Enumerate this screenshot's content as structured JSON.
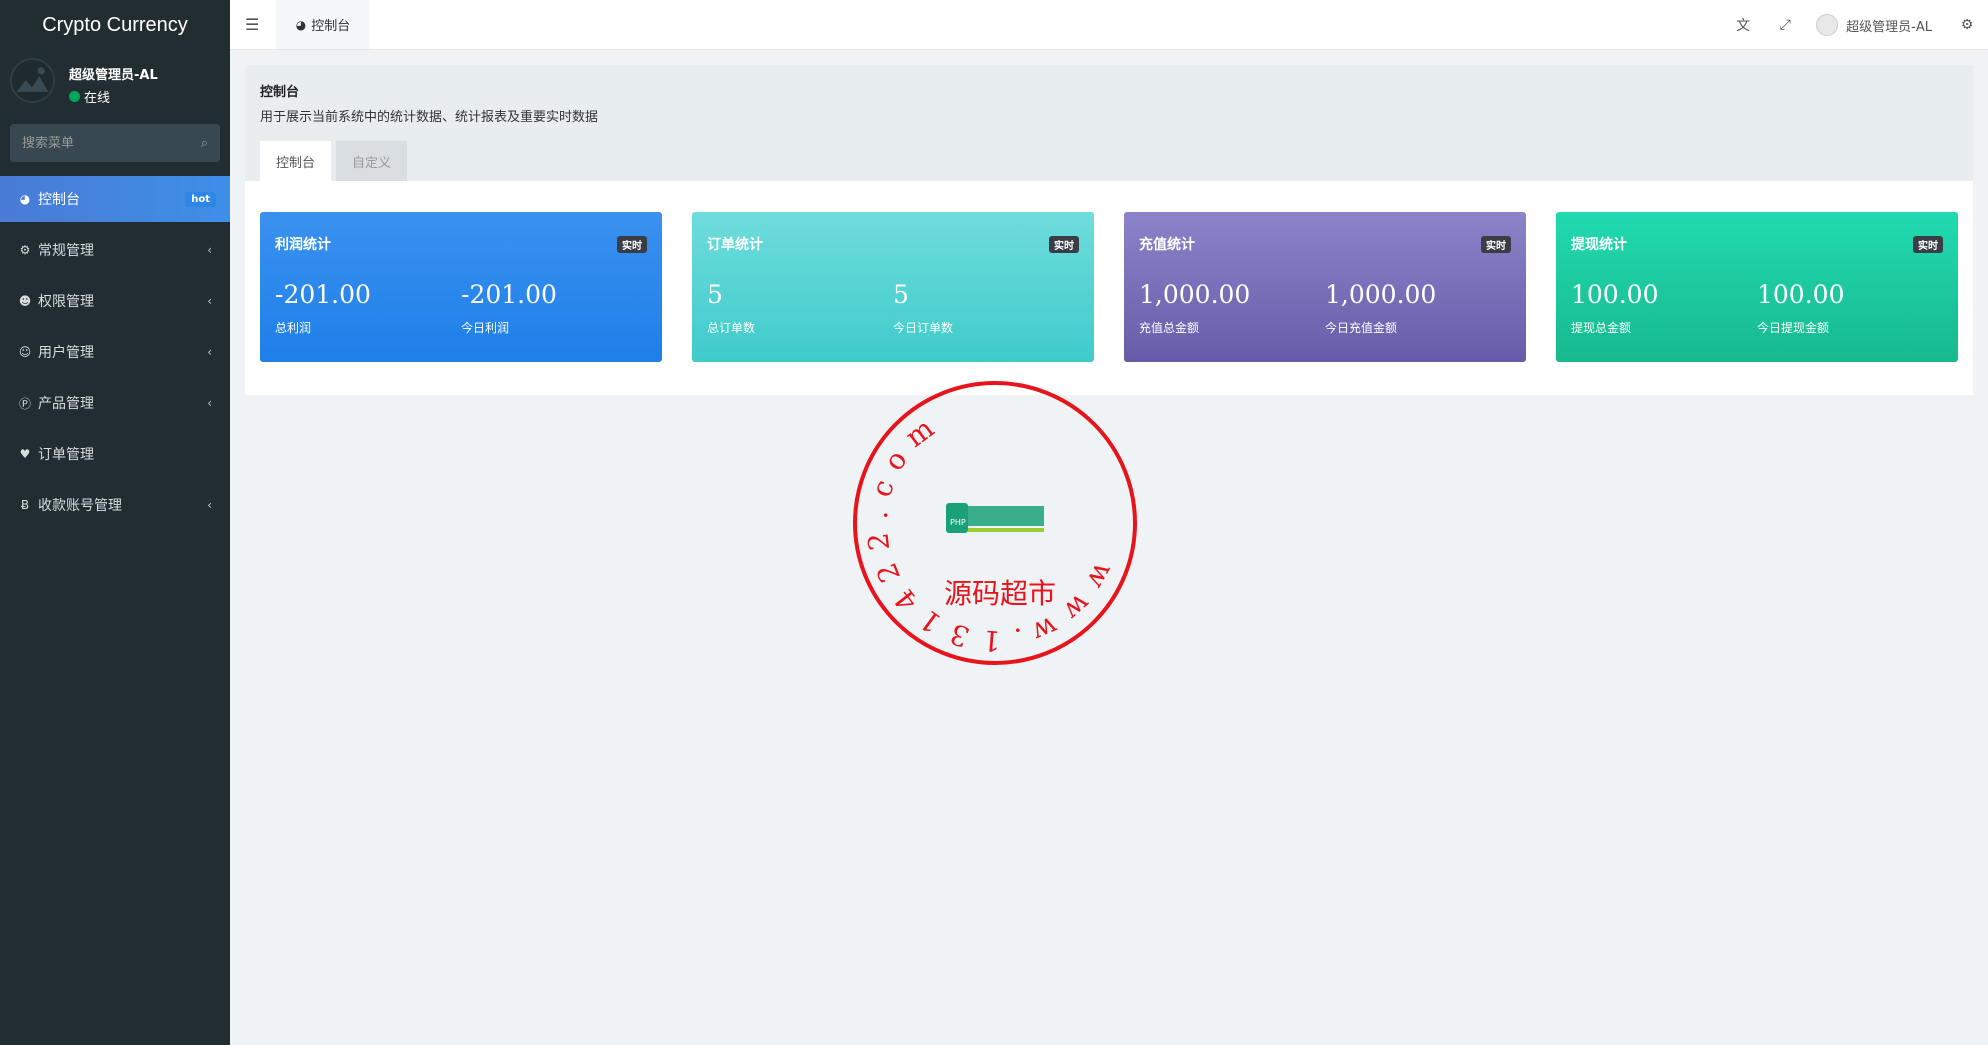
{
  "app": {
    "title": "Crypto Currency"
  },
  "sidebar": {
    "user": {
      "name": "超级管理员-AL",
      "status": "在线"
    },
    "search_placeholder": "搜索菜单",
    "items": [
      {
        "label": "控制台",
        "icon": "dashboard-icon",
        "badge": "hot",
        "active": true
      },
      {
        "label": "常规管理",
        "icon": "gears-icon"
      },
      {
        "label": "权限管理",
        "icon": "users-icon"
      },
      {
        "label": "用户管理",
        "icon": "user-circle-icon"
      },
      {
        "label": "产品管理",
        "icon": "product-icon"
      },
      {
        "label": "订单管理",
        "icon": "heartbeat-icon"
      },
      {
        "label": "收款账号管理",
        "icon": "bitcoin-icon"
      }
    ]
  },
  "topbar": {
    "tab_label": "控制台",
    "user_name": "超级管理员-AL"
  },
  "panel": {
    "title": "控制台",
    "description": "用于展示当前系统中的统计数据、统计报表及重要实时数据",
    "tabs": [
      {
        "label": "控制台"
      },
      {
        "label": "自定义"
      }
    ]
  },
  "cards": [
    {
      "title": "利润统计",
      "badge": "实时",
      "color": "#2487ec",
      "v1": "-201.00",
      "l1": "总利润",
      "v2": "-201.00",
      "l2": "今日利润"
    },
    {
      "title": "订单统计",
      "badge": "实时",
      "color": "#55d3d3",
      "v1": "5",
      "l1": "总订单数",
      "v2": "5",
      "l2": "今日订单数"
    },
    {
      "title": "充值统计",
      "badge": "实时",
      "color": "#7870b8",
      "v1": "1,000.00",
      "l1": "充值总金额",
      "v2": "1,000.00",
      "l2": "今日充值金额"
    },
    {
      "title": "提现统计",
      "badge": "实时",
      "color": "#1cc99f",
      "v1": "100.00",
      "l1": "提现总金额",
      "v2": "100.00",
      "l2": "今日提现金额"
    }
  ],
  "watermark": {
    "ring_text": "www.131422.com",
    "center_text": "源码超市"
  }
}
